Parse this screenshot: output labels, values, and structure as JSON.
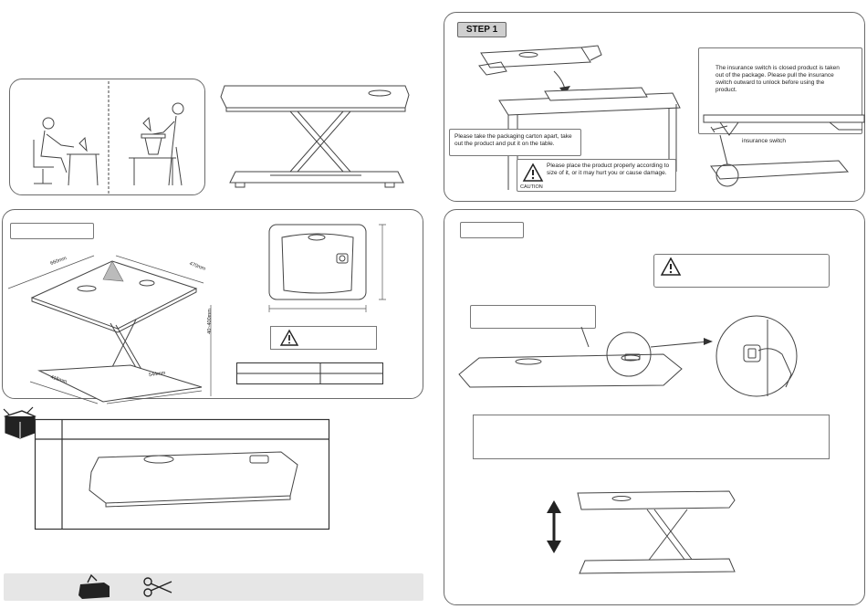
{
  "step1": {
    "label": "STEP 1",
    "instruction": "Please take the packaging carton apart, take out the product and put it on the table.",
    "caution_text": "Please place the product properly according to size of it, or it may hurt you or cause damage.",
    "caution_label": "CAUTION",
    "switch_note": "The insurance switch is closed product is taken out of the package. Please pull the insurance switch outward to unlock before using the product.",
    "switch_label": "insurance switch"
  },
  "dimensions": {
    "top_width": "660mm",
    "top_depth": "470mm",
    "height_range": "40~400mm",
    "base_depth": "415mm",
    "base_width": "544mm"
  }
}
